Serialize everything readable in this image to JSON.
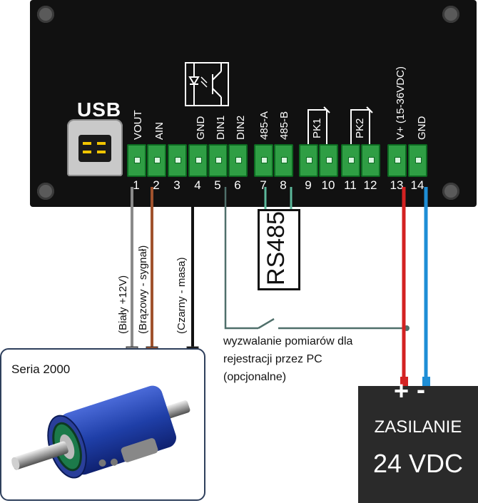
{
  "usb": {
    "label": "USB"
  },
  "terminals": [
    {
      "num": "1",
      "label": "VOUT"
    },
    {
      "num": "2",
      "label": "AIN"
    },
    {
      "num": "3",
      "label": ""
    },
    {
      "num": "4",
      "label": "GND"
    },
    {
      "num": "5",
      "label": "DIN1"
    },
    {
      "num": "6",
      "label": "DIN2"
    },
    {
      "num": "7",
      "label": "485-A"
    },
    {
      "num": "8",
      "label": "485-B"
    },
    {
      "num": "9",
      "label": ""
    },
    {
      "num": "10",
      "label": ""
    },
    {
      "num": "11",
      "label": ""
    },
    {
      "num": "12",
      "label": ""
    },
    {
      "num": "13",
      "label": "V+ (15-36VDC)"
    },
    {
      "num": "14",
      "label": "GND"
    }
  ],
  "relays": {
    "pk1": "PK1",
    "pk2": "PK2"
  },
  "wires": {
    "white": "(Biały +12V)",
    "brown": "(Brązowy - sygnał)",
    "black": "(Czarny - masa)",
    "colors": {
      "gray": "#8a8a8a",
      "brown": "#a0522d",
      "black": "#111111",
      "teal": "#4f6f6a",
      "green": "#5cb89b",
      "red": "#d32222",
      "blue": "#1e8ed6"
    }
  },
  "rs485": {
    "label": "RS485"
  },
  "trigger": {
    "line1": "wyzwalanie pomiarów dla",
    "line2": "rejestracji przez PC",
    "line3": "(opcjonalne)"
  },
  "sensor": {
    "title": "Seria 2000"
  },
  "supply": {
    "plus": "+",
    "minus": "-",
    "line1": "ZASILANIE",
    "line2": "24 VDC"
  }
}
